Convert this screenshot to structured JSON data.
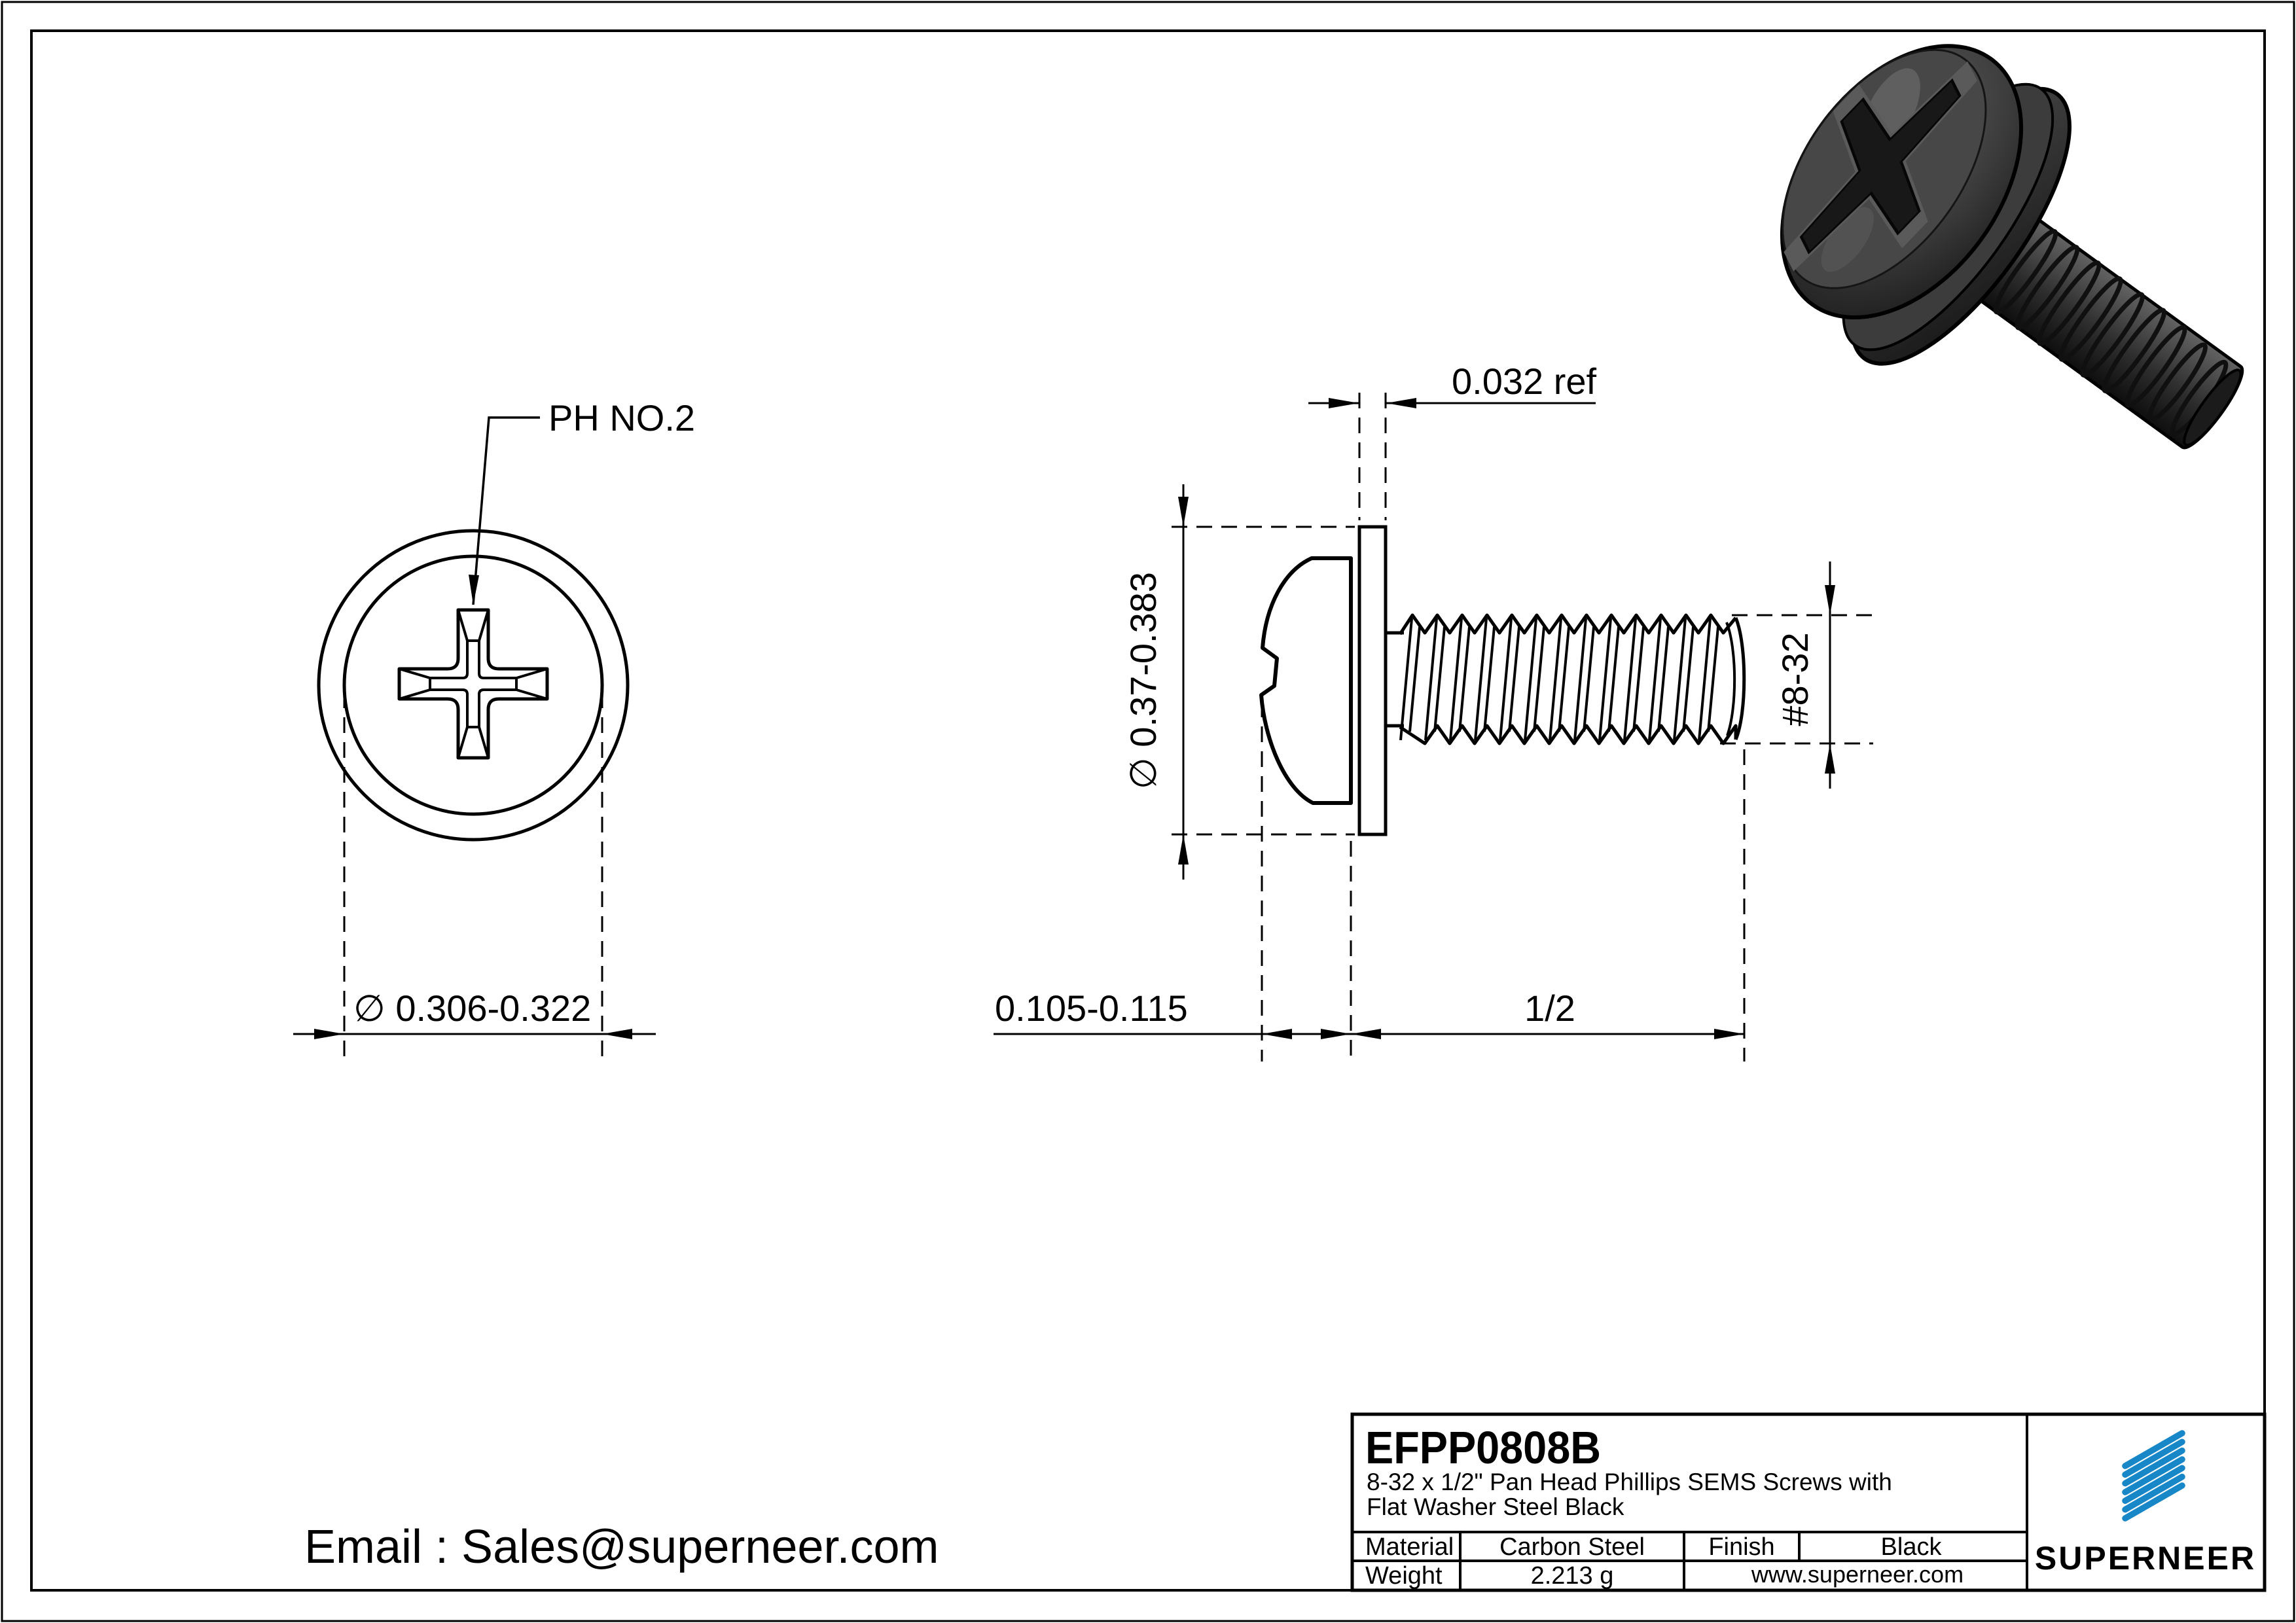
{
  "page": {
    "background": "#ffffff",
    "line_color": "#000000",
    "accent_blue": "#1787c8",
    "product_dark": "#2b2b2b"
  },
  "front_view": {
    "recess_label": "PH NO.2",
    "diameter_dim": "∅ 0.306-0.322"
  },
  "side_view": {
    "washer_thickness_dim": "0.032 ref",
    "washer_od_dim": "∅ 0.37-0.383",
    "head_height_dim": "0.105-0.115",
    "thread_length_dim": "1/2",
    "thread_size_dim": "#8-32"
  },
  "contact": {
    "email": "Email : Sales@superneer.com"
  },
  "title_block": {
    "part_number": "EFPP0808B",
    "description_line1": "8-32 x 1/2\" Pan Head Phillips SEMS Screws with",
    "description_line2": "Flat Washer Steel Black",
    "material_label": "Material",
    "material_value": "Carbon Steel",
    "finish_label": "Finish",
    "finish_value": "Black",
    "weight_label": "Weight",
    "weight_value": "2.213 g",
    "website": "www.superneer.com",
    "brand": "SUPERNEER"
  }
}
